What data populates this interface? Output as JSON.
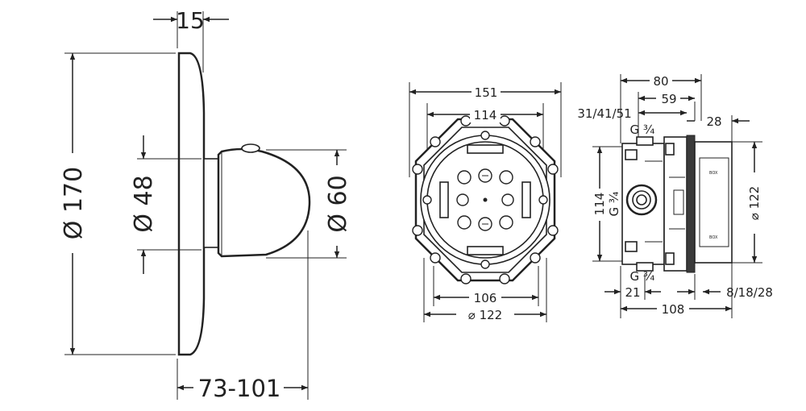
{
  "drawing1": {
    "top_width": "15",
    "outer_diameter": "Ø 170",
    "handle_diameter": "Ø 48",
    "knob_diameter": "Ø 60",
    "depth_range": "73-101"
  },
  "drawing2": {
    "overall_width": "151",
    "inner_width": "114",
    "bottom_width": "106",
    "diameter": "⌀ 122"
  },
  "drawing3": {
    "top_width": "80",
    "inner_width": "59",
    "adjust_range": "31/41/51",
    "top_thread": "G ¾",
    "bottom_thread": "G ¾",
    "side_thread": "G ¾",
    "side_height": "114",
    "right_offset": "28",
    "diameter": "⌀ 122",
    "bottom_offset": "21",
    "bottom_range": "8/18/28",
    "bottom_width": "108"
  }
}
